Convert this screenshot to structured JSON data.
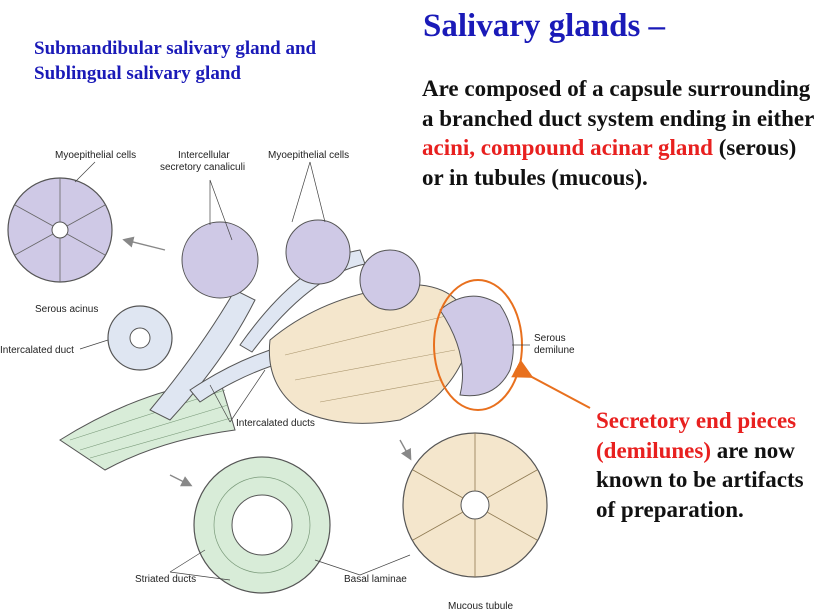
{
  "slide": {
    "title": "Salivary glands –",
    "subtitle_lines": [
      "Submandibular salivary gland and",
      "Sublingual salivary gland"
    ],
    "body": {
      "part1": "Are composed of a capsule surrounding a branched duct system ending in either ",
      "highlight": "acini, compound acinar gland",
      "part2": " (serous) or in tubules (mucous)."
    },
    "note": {
      "highlight": "Secretory end pieces (demilunes)",
      "rest": " are now known to be artifacts of preparation."
    }
  },
  "diagram": {
    "labels": {
      "myoepithelial_left": "Myoepithelial cells",
      "intercellular_line1": "Intercellular",
      "intercellular_line2": "secretory canaliculi",
      "myoepithelial_right": "Myoepithelial cells",
      "serous_acinus": "Serous acinus",
      "intercalated_duct": "Intercalated duct",
      "intercalated_ducts": "Intercalated ducts",
      "serous_demilune_line1": "Serous",
      "serous_demilune_line2": "demilune",
      "striated_ducts": "Striated ducts",
      "basal_laminae": "Basal laminae",
      "mucous_tubule": "Mucous tubule"
    },
    "colors": {
      "serous": "#cfc9e6",
      "mucous": "#f4e6cc",
      "striated": "#d8ecd8",
      "duct": "#dfe6f2",
      "highlight_ring": "#e8701e"
    }
  }
}
